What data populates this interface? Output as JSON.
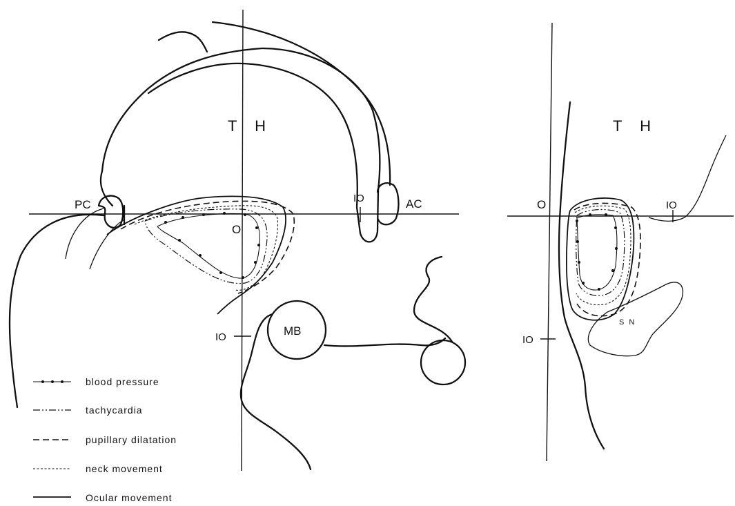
{
  "left_panel": {
    "region_label": "T H",
    "pc_label": "PC",
    "ac_label": "AC",
    "mb_label": "MB",
    "origin_label": "O",
    "tick_x_label": "IO",
    "tick_y_label": "IO"
  },
  "right_panel": {
    "region_label": "T H",
    "sn_label": "S N",
    "origin_label": "O",
    "tick_x_label": "IO",
    "tick_y_label": "IO"
  },
  "legend": {
    "items": [
      {
        "label": "blood pressure",
        "style": "dotted-solid"
      },
      {
        "label": "tachycardia",
        "style": "dash-dot-dot"
      },
      {
        "label": "pupillary dilatation",
        "style": "long-dash"
      },
      {
        "label": "neck movement",
        "style": "short-dash"
      },
      {
        "label": "Ocular movement",
        "style": "solid"
      }
    ]
  }
}
